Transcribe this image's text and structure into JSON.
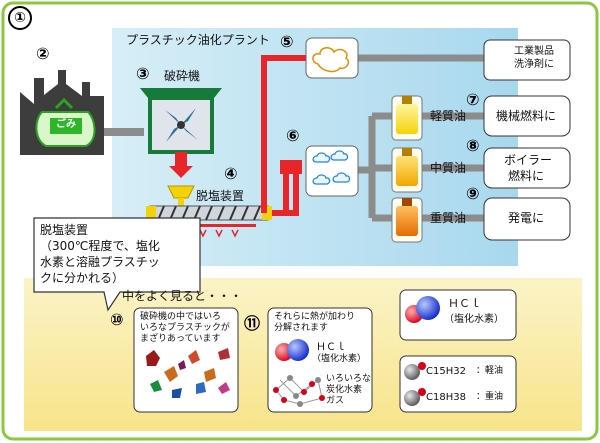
{
  "figure_number": "①",
  "plant_title": "プラスチック油化プラント",
  "markers": {
    "n2": "②",
    "n3": "③",
    "n4": "④",
    "n5": "⑤",
    "n6": "⑥",
    "n7": "⑦",
    "n8": "⑧",
    "n9": "⑨",
    "n10": "⑩",
    "n11": "⑪"
  },
  "labels": {
    "crusher": "破砕機",
    "dechlorinator": "脱塩装置",
    "gomi": "ごみ",
    "light_oil": "軽質油",
    "medium_oil": "中質油",
    "heavy_oil": "重質油",
    "industrial_product": [
      "工業製品",
      "洗浄剤に"
    ],
    "machine_fuel": "機械燃料に",
    "boiler_fuel": [
      "ボイラー",
      "燃料に"
    ],
    "power": "発電に"
  },
  "callout": [
    "脱塩装置",
    "（300℃程度で、塩化",
    "水素と溶融プラスチッ",
    "クに分かれる）"
  ],
  "zoom_caption": "中をよく見ると・・・",
  "panel10_text": [
    "破砕機の中ではいろ",
    "いろなプラスチックが",
    "まざりあっています"
  ],
  "panel11_text": [
    "それらに熱が加わり",
    "分解されます"
  ],
  "panel11_hcl": [
    "ＨＣｌ",
    "（塩化水素）"
  ],
  "panel11_gas": [
    "いろいろな",
    "炭化水素",
    "ガス"
  ],
  "hcl_box": [
    "ＨＣｌ",
    "（塩化水素）"
  ],
  "oil_box": {
    "c15": "C15H32",
    "c15_label": "：軽油",
    "c18": "C18H38",
    "c18_label": "：重油"
  },
  "colors": {
    "plant_bg": "#bfe3f2",
    "bottom_bg": "#fdf2b8",
    "pipe_red": "#e8262a",
    "pipe_gray": "#8c8c8c"
  }
}
